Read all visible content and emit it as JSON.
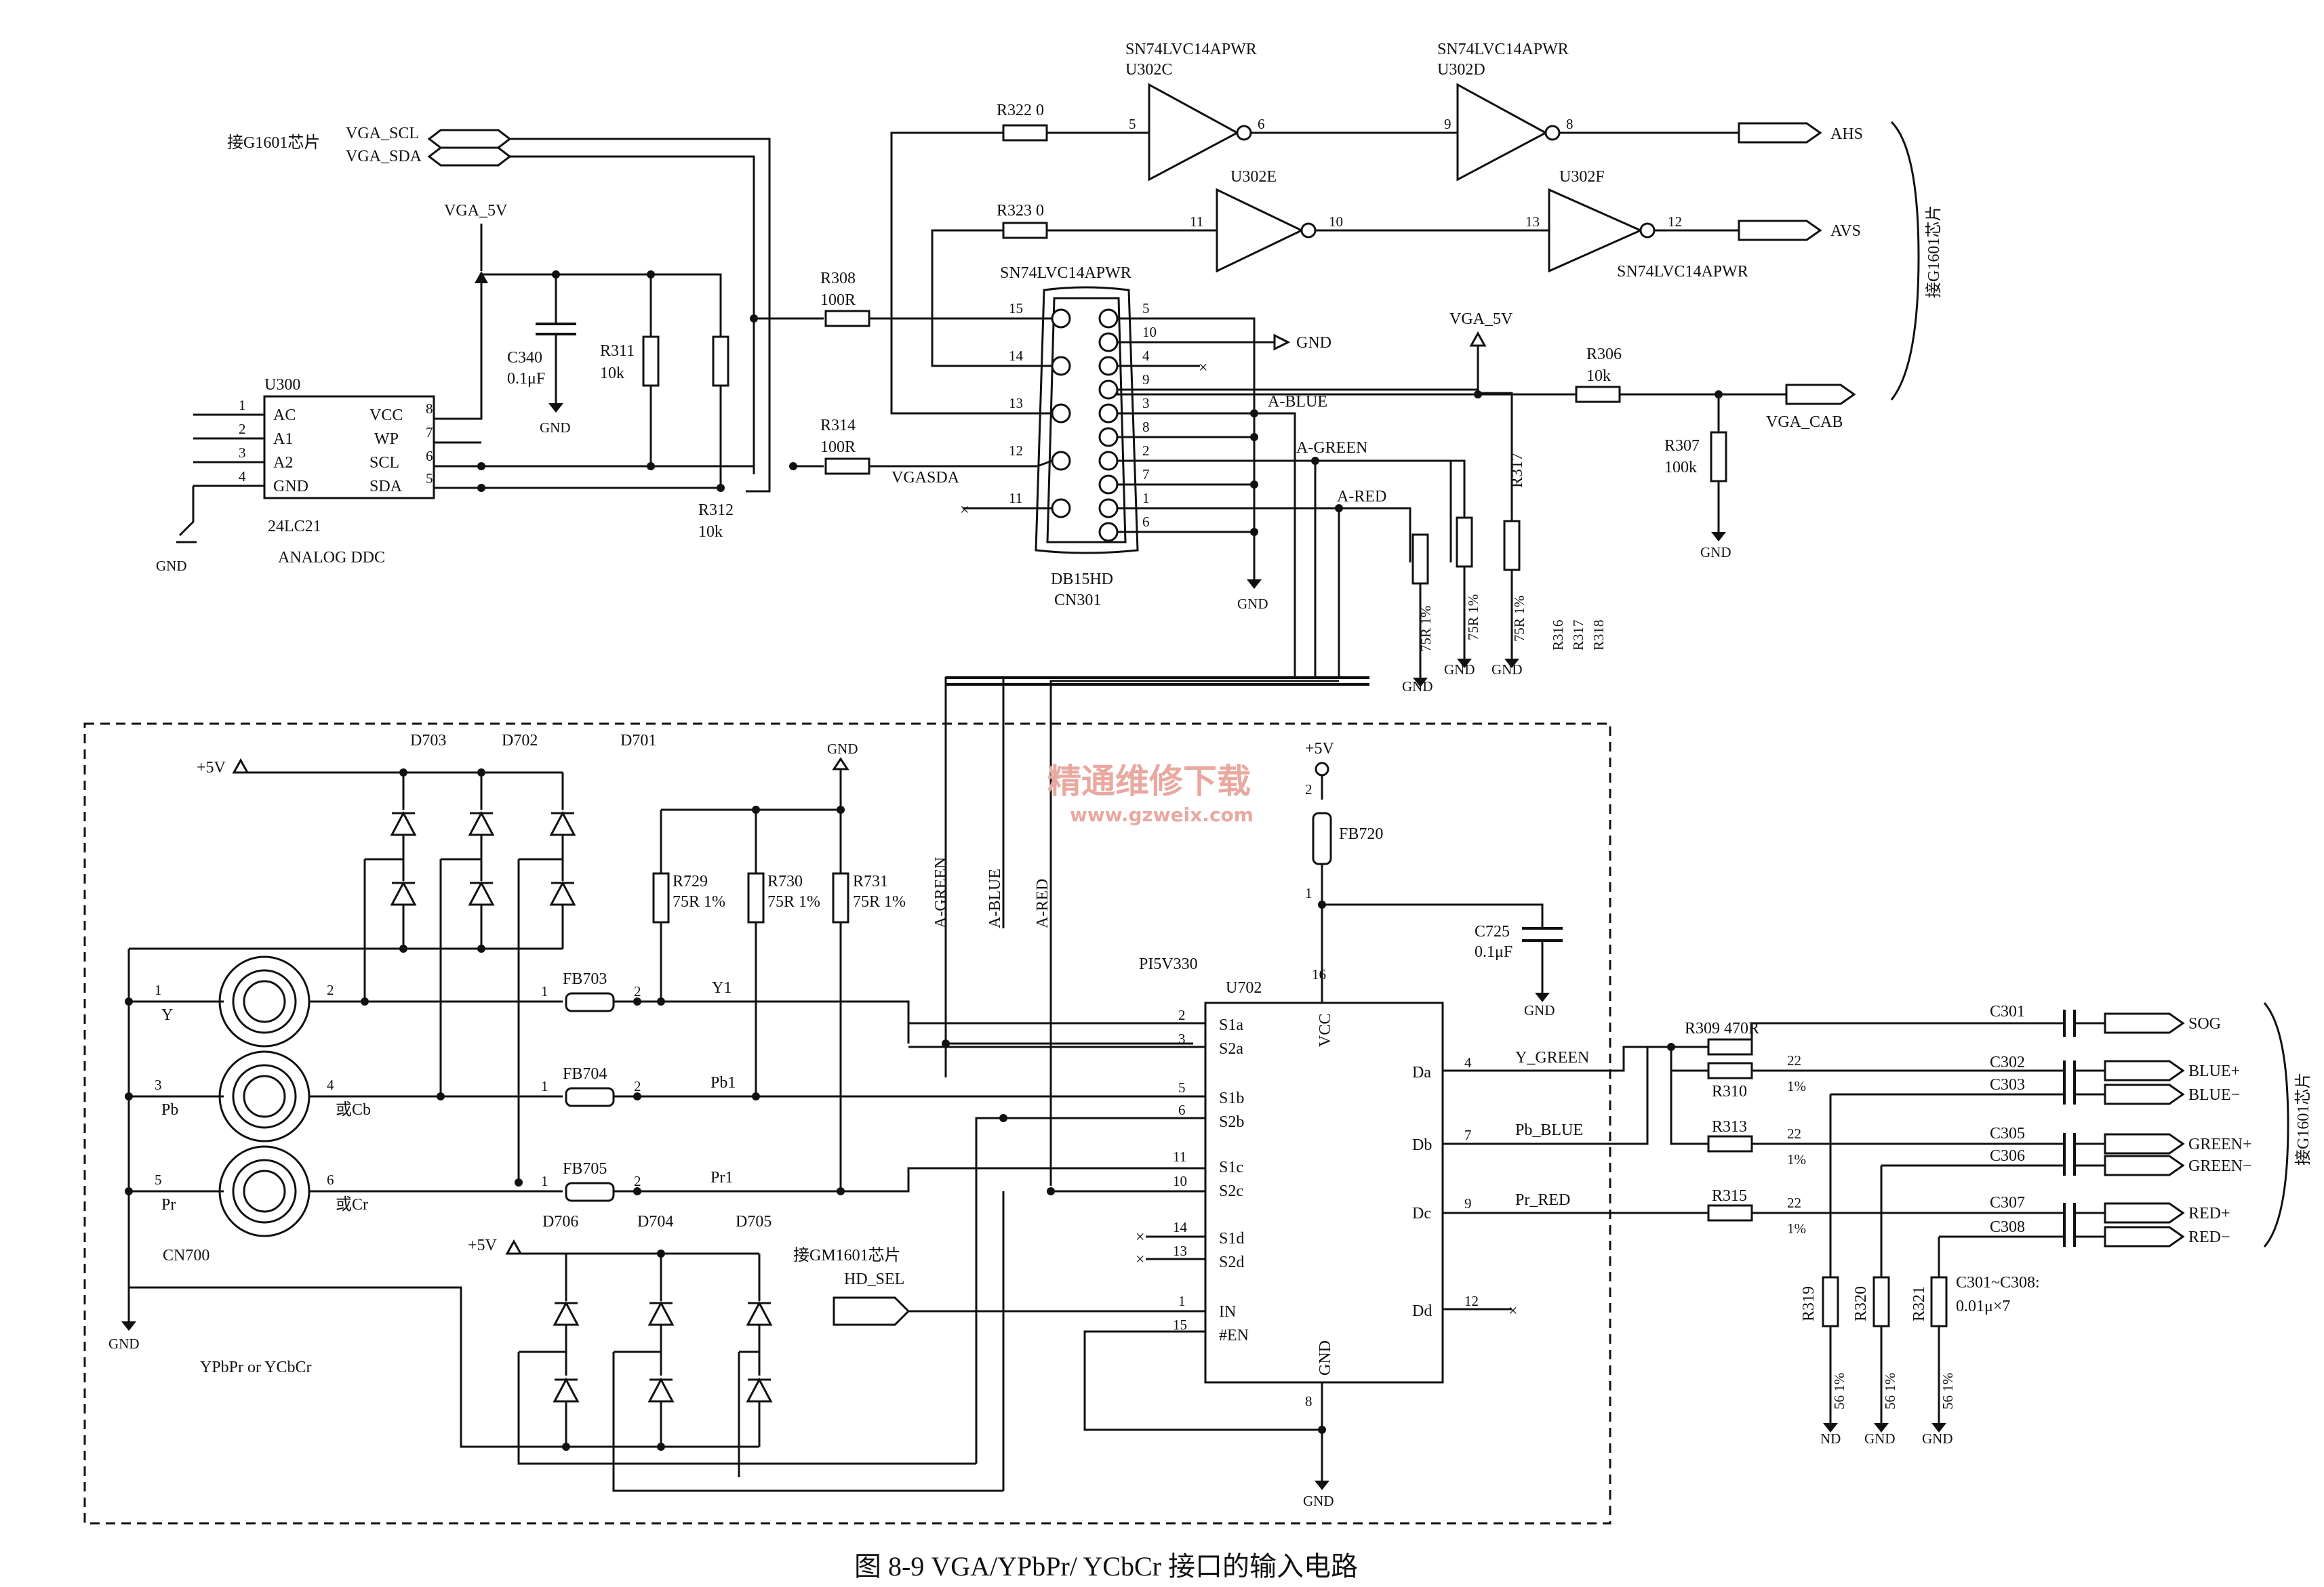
{
  "caption": "图 8-9   VGA/YPbPr/ YCbCr 接口的输入电路",
  "watermark": {
    "cn": "精通维修下载",
    "url": "www.gzweix.com"
  },
  "notes": {
    "to_g1601_top": "接G1601芯片",
    "to_g1601_right_top": "接G1601芯片",
    "to_g1601_right_bottom": "接G1601芯片",
    "to_gm1601": "接GM1601芯片",
    "ypbpr_or_ycbcr": "YPbPr or YCbCr",
    "r316_group": "R316",
    "r317_group": "R317",
    "r318_group": "R318",
    "r301_308": "C301~C308:",
    "r301_308_val": "0.01μ×7"
  },
  "nets": {
    "vga_scl": "VGA_SCL",
    "vga_sda": "VGA_SDA",
    "vga_5v": "VGA_5V",
    "vga_5v_2": "VGA_5V",
    "ahs": "AHS",
    "avs": "AVS",
    "vga_cab": "VGA_CAB",
    "vgasda": "VGASDA",
    "a_blue": "A-BLUE",
    "a_green": "A-GREEN",
    "a_red": "A-RED",
    "a_green_v": "A-GREEN",
    "a_blue_v": "A-BLUE",
    "a_red_v": "A-RED",
    "y1": "Y1",
    "pb1": "Pb1",
    "pr1": "Pr1",
    "y_green": "Y_GREEN",
    "pb_blue": "Pb_BLUE",
    "pr_red": "Pr_RED",
    "hd_sel": "HD_SEL",
    "sog": "SOG",
    "blue_p": "BLUE+",
    "blue_n": "BLUE−",
    "green_p": "GREEN+",
    "green_n": "GREEN−",
    "red_p": "RED+",
    "red_n": "RED−",
    "plus5v_1": "+5V",
    "plus5v_2": "+5V",
    "plus5v_3": "+5V",
    "vcc": "VCC"
  },
  "grounds": [
    "GND",
    "GND",
    "GND",
    "GND",
    "GND",
    "GND",
    "GND",
    "GND",
    "GND",
    "GND",
    "GND",
    "GND",
    "GND",
    "GND"
  ],
  "nd_label": "ND",
  "u300": {
    "ref": "U300",
    "part": "24LC21",
    "desc": "ANALOG DDC",
    "pins_left": [
      "AC",
      "A1",
      "A2",
      "GND"
    ],
    "pins_right": [
      "VCC",
      "WP",
      "SCL",
      "SDA"
    ],
    "pn_left": [
      "1",
      "2",
      "3",
      "4"
    ],
    "pn_right": [
      "8",
      "7",
      "6",
      "5"
    ]
  },
  "inverters": {
    "u302c": {
      "part": "SN74LVC14APWR",
      "ref": "U302C",
      "in": "5",
      "out": "6"
    },
    "u302d": {
      "part": "SN74LVC14APWR",
      "ref": "U302D",
      "in": "9",
      "out": "8"
    },
    "u302e": {
      "part": "SN74LVC14APWR",
      "ref": "U302E",
      "in": "11",
      "out": "10"
    },
    "u302f": {
      "part": "SN74LVC14APWR",
      "ref": "U302F",
      "in": "13",
      "out": "12"
    }
  },
  "resistors": {
    "r322": "R322  0",
    "r323": "R323  0",
    "r308": "R308",
    "r308v": "100R",
    "r314": "R314",
    "r314v": "100R",
    "r311": "R311",
    "r311v": "10k",
    "r312": "R312",
    "r312v": "10k",
    "r306": "R306",
    "r306v": "10k",
    "r307": "R307",
    "r307v": "100k",
    "r317": "R317",
    "r316v": "75R  1%",
    "r317v": "75R  1%",
    "r318v": "75R  1%",
    "r729": "R729",
    "r729v": "75R 1%",
    "r730": "R730",
    "r730v": "75R 1%",
    "r731": "R731",
    "r731v": "75R 1%",
    "r309": "R309  470R",
    "r310": "R310",
    "r313": "R313",
    "r315": "R315",
    "r_22a": "22",
    "r_1a": "1%",
    "r_22b": "22",
    "r_1b": "1%",
    "r_22c": "22",
    "r_1c": "1%",
    "r319": "R319",
    "r320": "R320",
    "r321": "R321",
    "r319v": "56  1%",
    "r320v": "56  1%",
    "r321v": "56  1%"
  },
  "capacitors": {
    "c340": "C340",
    "c340v": "0.1μF",
    "c725": "C725",
    "c725v": "0.1μF",
    "c301": "C301",
    "c302": "C302",
    "c303": "C303",
    "c305": "C305",
    "c306": "C306",
    "c307": "C307",
    "c308": "C308"
  },
  "connector_vga": {
    "ref": "DB15HD",
    "ref2": "CN301",
    "pins_left": [
      "15",
      "14",
      "13",
      "12",
      "11"
    ],
    "pins_right": [
      "5",
      "10",
      "4",
      "9",
      "3",
      "8",
      "2",
      "7",
      "1",
      "6"
    ]
  },
  "u702": {
    "part": "PI5V330",
    "ref": "U702",
    "left_pins": [
      "S1a",
      "S2a",
      "S1b",
      "S2b",
      "S1c",
      "S2c",
      "S1d",
      "S2d",
      "IN",
      "#EN"
    ],
    "left_nums": [
      "2",
      "3",
      "5",
      "6",
      "11",
      "10",
      "14",
      "13",
      "1",
      "15"
    ],
    "right_pins": [
      "Da",
      "Db",
      "Dc",
      "Dd"
    ],
    "right_nums": [
      "4",
      "7",
      "9",
      "12"
    ],
    "vcc": "VCC",
    "vcc_num": "16",
    "gnd": "GND",
    "gnd_num": "8"
  },
  "fb720": {
    "ref": "FB720",
    "n2": "2",
    "n1": "1"
  },
  "ferrites": {
    "fb703": "FB703",
    "fb704": "FB704",
    "fb705": "FB705"
  },
  "diodes": {
    "d703": "D703",
    "d702": "D702",
    "d701": "D701",
    "d706": "D706",
    "d704": "D704",
    "d705": "D705"
  },
  "cn700": {
    "ref": "CN700",
    "y": "Y",
    "pb": "Pb",
    "pr": "Pr",
    "cb": "或Cb",
    "cr": "或Cr"
  }
}
